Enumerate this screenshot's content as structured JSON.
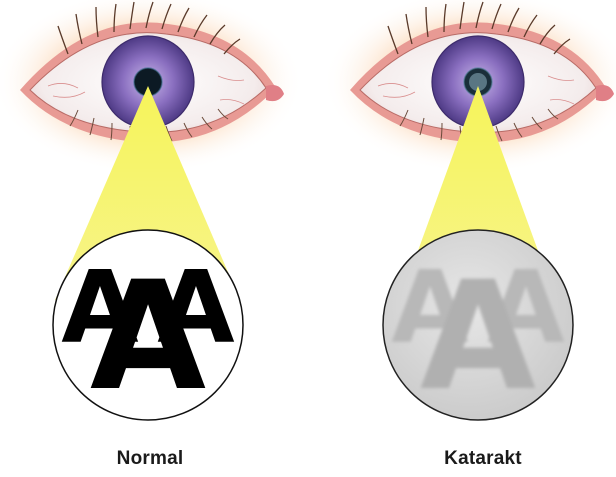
{
  "panels": [
    {
      "id": "normal",
      "caption": "Normal",
      "chart_text": "AAA"
    },
    {
      "id": "cataract",
      "caption": "Katarakt",
      "chart_text": "AAA"
    }
  ],
  "colors": {
    "iris": "#8a6fc0",
    "pupil": "#0c1a24",
    "light_beam": "#f4f25a",
    "eyelid": "#e89a94",
    "skin_glow": "#f8c79c",
    "letters_normal": "#000000",
    "letters_cataract": "#b8b8b8",
    "lens_cataract": "#d6d6d6"
  }
}
